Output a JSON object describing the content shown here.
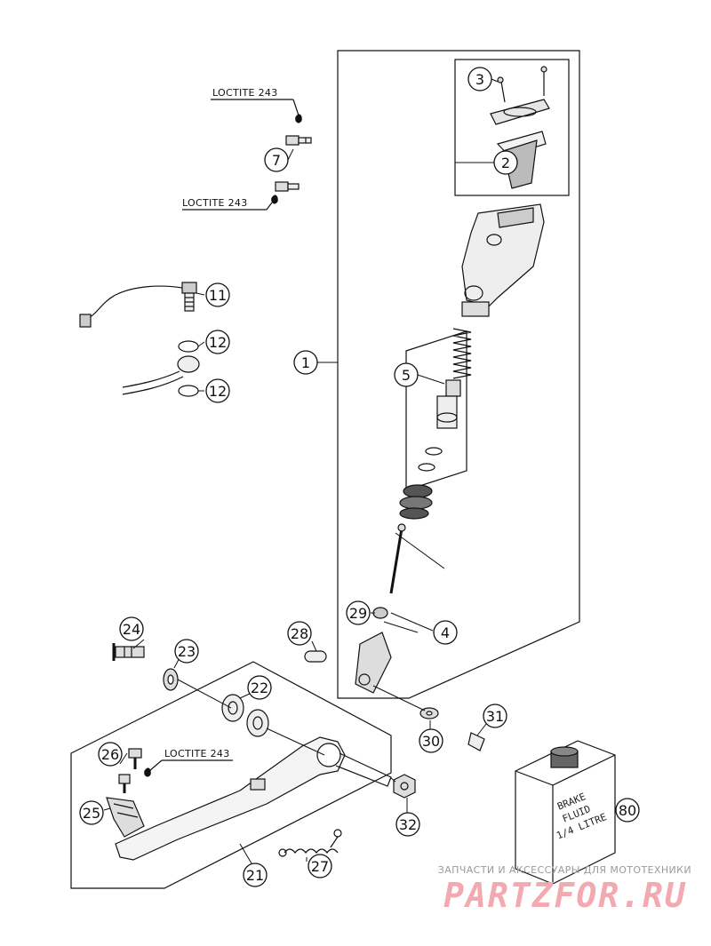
{
  "callouts": [
    {
      "id": "callout-1",
      "label": "1"
    },
    {
      "id": "callout-2",
      "label": "2"
    },
    {
      "id": "callout-3",
      "label": "3"
    },
    {
      "id": "callout-4",
      "label": "4"
    },
    {
      "id": "callout-5",
      "label": "5"
    },
    {
      "id": "callout-7",
      "label": "7"
    },
    {
      "id": "callout-11",
      "label": "11"
    },
    {
      "id": "callout-12a",
      "label": "12"
    },
    {
      "id": "callout-12b",
      "label": "12"
    },
    {
      "id": "callout-21",
      "label": "21"
    },
    {
      "id": "callout-22",
      "label": "22"
    },
    {
      "id": "callout-23",
      "label": "23"
    },
    {
      "id": "callout-24",
      "label": "24"
    },
    {
      "id": "callout-25",
      "label": "25"
    },
    {
      "id": "callout-26",
      "label": "26"
    },
    {
      "id": "callout-27",
      "label": "27"
    },
    {
      "id": "callout-28",
      "label": "28"
    },
    {
      "id": "callout-29",
      "label": "29"
    },
    {
      "id": "callout-30",
      "label": "30"
    },
    {
      "id": "callout-31",
      "label": "31"
    },
    {
      "id": "callout-32",
      "label": "32"
    },
    {
      "id": "callout-80",
      "label": "80"
    }
  ],
  "loctite": [
    "LOCTITE 243",
    "LOCTITE 243",
    "LOCTITE 243"
  ],
  "can_label": [
    "BRAKE",
    "FLUID",
    "1/4 LITRE"
  ],
  "watermark": {
    "tagline": "ЗАПЧАСТИ И АКСЕССУАРЫ ДЛЯ МОТОТЕХНИКИ",
    "brand": "PARTZFOR.RU"
  }
}
